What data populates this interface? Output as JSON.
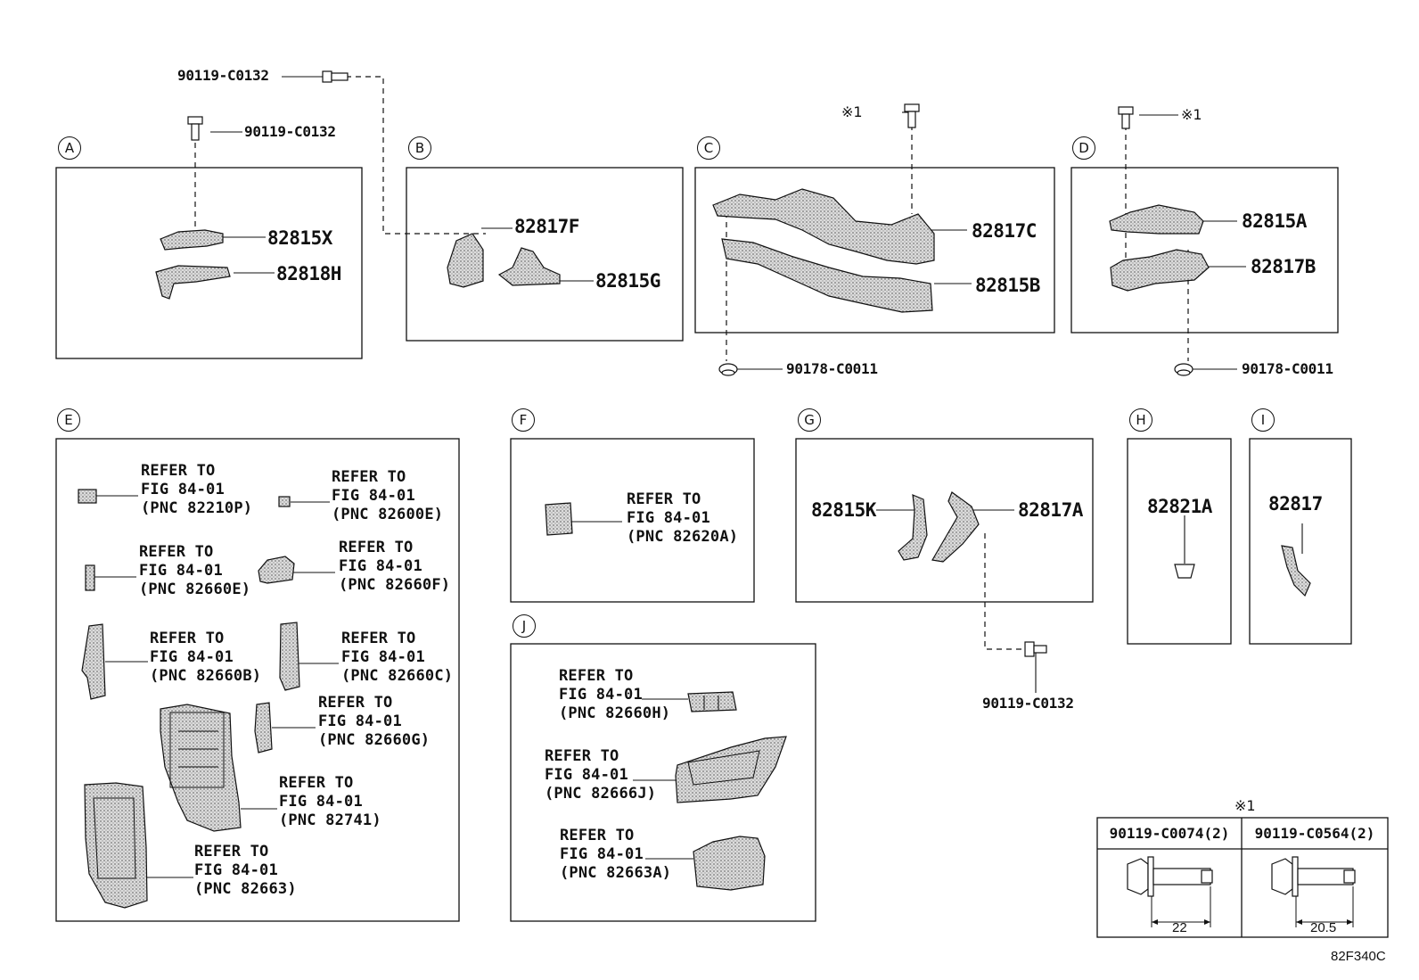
{
  "diagram_id": "82F340C",
  "note_mark": "※1",
  "groups": {
    "A": {
      "letter": "A",
      "bolt": "90119-C0132",
      "parts": [
        "82815X",
        "82818H"
      ]
    },
    "B": {
      "letter": "B",
      "parts": [
        "82817F",
        "82815G"
      ]
    },
    "C": {
      "letter": "C",
      "parts": [
        "82817C",
        "82815B"
      ],
      "nut": "90178-C0011"
    },
    "D": {
      "letter": "D",
      "parts": [
        "82815A",
        "82817B"
      ],
      "nut": "90178-C0011"
    },
    "E": {
      "letter": "E",
      "refs": [
        "REFER TO\nFIG 84-01\n(PNC 82210P)",
        "REFER TO\nFIG 84-01\n(PNC 82600E)",
        "REFER TO\nFIG 84-01\n(PNC 82660E)",
        "REFER TO\nFIG 84-01\n(PNC 82660F)",
        "REFER TO\nFIG 84-01\n(PNC 82660B)",
        "REFER TO\nFIG 84-01\n(PNC 82660C)",
        "REFER TO\nFIG 84-01\n(PNC 82660G)",
        "REFER TO\nFIG 84-01\n(PNC 82741)",
        "REFER TO\nFIG 84-01\n(PNC 82663)"
      ]
    },
    "F": {
      "letter": "F",
      "refs": [
        "REFER TO\nFIG 84-01\n(PNC 82620A)"
      ]
    },
    "G": {
      "letter": "G",
      "parts": [
        "82815K",
        "82817A"
      ],
      "bolt": "90119-C0132"
    },
    "H": {
      "letter": "H",
      "parts": [
        "82821A"
      ]
    },
    "I": {
      "letter": "I",
      "parts": [
        "82817"
      ]
    },
    "J": {
      "letter": "J",
      "refs": [
        "REFER TO\nFIG 84-01\n(PNC 82660H)",
        "REFER TO\nFIG 84-01\n(PNC 82666J)",
        "REFER TO\nFIG 84-01\n(PNC 82663A)"
      ]
    }
  },
  "top_bolt": "90119-C0132",
  "note_table": {
    "mark": "※1",
    "columns": [
      {
        "header": "90119-C0074(2)",
        "dimension": "22"
      },
      {
        "header": "90119-C0564(2)",
        "dimension": "20.5"
      }
    ]
  }
}
